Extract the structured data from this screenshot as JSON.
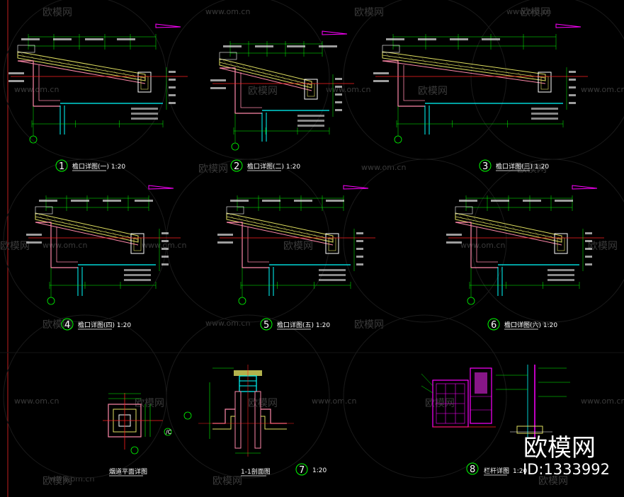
{
  "watermark": {
    "brand": "欧模网",
    "url": "www.om.cn"
  },
  "brand_overlay": {
    "logo": "欧模网",
    "id_text": "ID:1333992"
  },
  "details": [
    {
      "num": "1",
      "title": "檐口详图(一) 1:20"
    },
    {
      "num": "2",
      "title": "檐口详图(二) 1:20"
    },
    {
      "num": "3",
      "title": "檐口详图(三) 1:20"
    },
    {
      "num": "4",
      "title": "檐口详图(四) 1:20"
    },
    {
      "num": "5",
      "title": "檐口详图(五) 1:20"
    },
    {
      "num": "6",
      "title": "檐口详图(六) 1:20"
    }
  ],
  "bottom": {
    "plan_title": "烟道平面详图",
    "section_title": "1-1剖面图",
    "num7": "7",
    "scale7": "1:20",
    "num8": "8",
    "title8": "栏杆详图",
    "scale8": "1:20"
  },
  "colors": {
    "roof": "#e0e060",
    "wall": "#ff88aa",
    "cyan": "#00ffff",
    "green": "#00ff00",
    "red": "#ff2020",
    "magenta": "#ff00ff",
    "white": "#ffffff",
    "blue": "#4060ff"
  }
}
